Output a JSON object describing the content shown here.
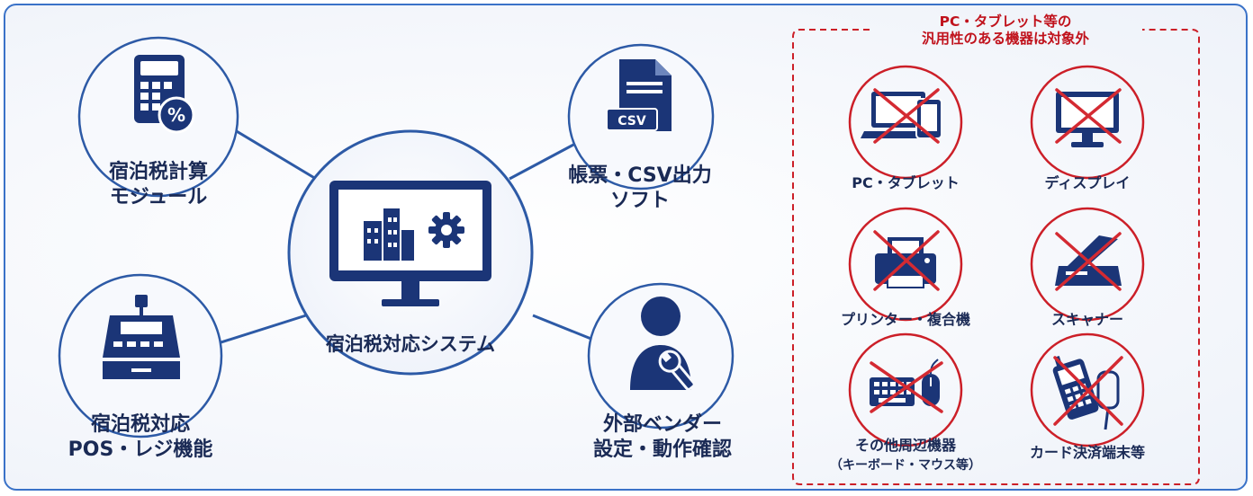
{
  "center": {
    "label": "宿泊税対応システム"
  },
  "nodes": {
    "calc": {
      "line1": "宿泊税計算",
      "line2": "モジュール"
    },
    "csv": {
      "line1": "帳票・CSV出力",
      "line2": "ソフト",
      "badge": "CSV"
    },
    "pos": {
      "line1": "宿泊税対応",
      "line2": "POS・レジ機能"
    },
    "vendor": {
      "line1": "外部ベンダー",
      "line2": "設定・動作確認"
    }
  },
  "excluded": {
    "title1": "PC・タブレット等の",
    "title2": "汎用性のある機器は対象外",
    "items": [
      {
        "label": "PC・タブレット",
        "icon": "laptop-tablet-icon"
      },
      {
        "label": "ディスプレイ",
        "icon": "monitor-icon"
      },
      {
        "label": "プリンター・複合機",
        "icon": "printer-icon"
      },
      {
        "label": "スキャナー",
        "icon": "scanner-icon"
      },
      {
        "label": "その他周辺機器",
        "sub": "（キーボード・マウス等）",
        "icon": "keyboard-mouse-icon"
      },
      {
        "label": "カード決済端末等",
        "icon": "card-terminal-icon"
      }
    ]
  },
  "colors": {
    "navy": "#1b3577",
    "ring": "#2d5aa6",
    "red": "#cc1f28",
    "border": "#3a72c8"
  }
}
